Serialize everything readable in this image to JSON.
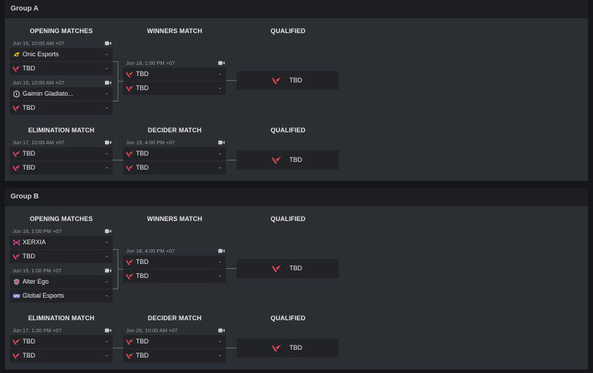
{
  "colors": {
    "page_bg": "#14161a",
    "panel_bg": "#2b2e33",
    "row_bg": "#212327",
    "accent_valorant": "#e8475a",
    "connector": "#6d7076"
  },
  "groups": [
    {
      "title": "Group A",
      "headers": {
        "opening": "OPENING MATCHES",
        "winners": "WINNERS MATCH",
        "qualified_top": "QUALIFIED",
        "elimination": "ELIMINATION MATCH",
        "decider": "DECIDER MATCH",
        "qualified_bottom": "QUALIFIED"
      },
      "opening_1": {
        "date": "Jun 16, 10:00 AM +07",
        "teams": [
          {
            "name": "Onic Esports",
            "score": "-",
            "logo": "onic-logo-icon"
          },
          {
            "name": "TBD",
            "score": "-",
            "logo": "valorant-logo-icon"
          }
        ]
      },
      "opening_2": {
        "date": "Jun 15, 10:00 AM +07",
        "teams": [
          {
            "name": "Gaimin Gladiato...",
            "score": "-",
            "logo": "gaimin-logo-icon"
          },
          {
            "name": "TBD",
            "score": "-",
            "logo": "valorant-logo-icon"
          }
        ]
      },
      "winners": {
        "date": "Jun 18, 1:00 PM +07",
        "teams": [
          {
            "name": "TBD",
            "score": "-"
          },
          {
            "name": "TBD",
            "score": "-"
          }
        ]
      },
      "qualified_top": {
        "name": "TBD"
      },
      "elimination": {
        "date": "Jun 17, 10:00 AM +07",
        "teams": [
          {
            "name": "TBD",
            "score": "-"
          },
          {
            "name": "TBD",
            "score": "-"
          }
        ]
      },
      "decider": {
        "date": "Jun 19, 4:00 PM +07",
        "teams": [
          {
            "name": "TBD",
            "score": "-"
          },
          {
            "name": "TBD",
            "score": "-"
          }
        ]
      },
      "qualified_bottom": {
        "name": "TBD"
      }
    },
    {
      "title": "Group B",
      "headers": {
        "opening": "OPENING MATCHES",
        "winners": "WINNERS MATCH",
        "qualified_top": "QUALIFIED",
        "elimination": "ELIMINATION MATCH",
        "decider": "DECIDER MATCH",
        "qualified_bottom": "QUALIFIED"
      },
      "opening_1": {
        "date": "Jun 16, 1:00 PM +07",
        "teams": [
          {
            "name": "XERXIA",
            "score": "-",
            "logo": "xerxia-logo-icon"
          },
          {
            "name": "TBD",
            "score": "-",
            "logo": "valorant-logo-icon"
          }
        ]
      },
      "opening_2": {
        "date": "Jun 15, 1:00 PM +07",
        "teams": [
          {
            "name": "Alter Ego",
            "score": "-",
            "logo": "alter-ego-logo-icon"
          },
          {
            "name": "Global Esports",
            "score": "-",
            "logo": "global-esports-logo-icon"
          }
        ]
      },
      "winners": {
        "date": "Jun 18, 4:00 PM +07",
        "teams": [
          {
            "name": "TBD",
            "score": "-"
          },
          {
            "name": "TBD",
            "score": "-"
          }
        ]
      },
      "qualified_top": {
        "name": "TBD"
      },
      "elimination": {
        "date": "Jun 17, 1:00 PM +07",
        "teams": [
          {
            "name": "TBD",
            "score": "-"
          },
          {
            "name": "TBD",
            "score": "-"
          }
        ]
      },
      "decider": {
        "date": "Jun 20, 10:00 AM +07",
        "teams": [
          {
            "name": "TBD",
            "score": "-"
          },
          {
            "name": "TBD",
            "score": "-"
          }
        ]
      },
      "qualified_bottom": {
        "name": "TBD"
      }
    }
  ]
}
